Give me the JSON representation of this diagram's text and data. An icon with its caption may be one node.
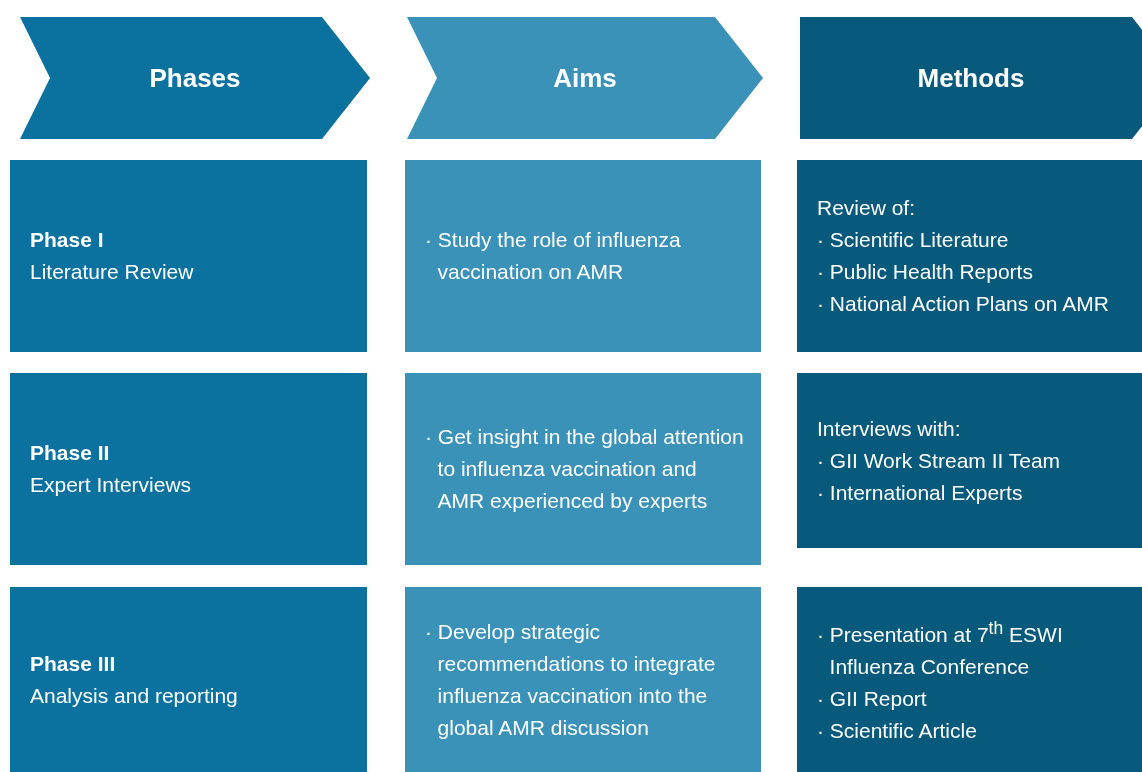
{
  "diagram": {
    "nodes": [
      {
        "text": [
          "Phases"
        ]
      },
      {
        "text": [
          "Aims"
        ]
      },
      {
        "text": [
          "Methods"
        ]
      },
      {
        "text": [
          "Phase I",
          "Literature Review"
        ]
      },
      {
        "text": [
          "· Study the role of influenza vaccination on AMR"
        ]
      },
      {
        "text": [
          "Review of:",
          "· Scientific Literature",
          "· Public Health Reports",
          "· National Action Plans on AMR"
        ]
      },
      {
        "text": [
          "Phase II",
          "Expert Interviews"
        ]
      },
      {
        "text": [
          "· Get insight in the global attention to influenza vaccination and AMR experienced by experts"
        ]
      },
      {
        "text": [
          "Interviews with:",
          "· GII Work Stream II Team",
          "· International Experts"
        ]
      },
      {
        "text": [
          "Phase III",
          "Analysis and reporting"
        ]
      },
      {
        "text": [
          "· Develop strategic recommendations to integrate influenza vaccination into the global AMR discussion"
        ]
      },
      {
        "text": [
          "· Presentation at 7$^{th}$ ESWI Influenza Conference",
          "· GII Report",
          "· Scientific Article"
        ]
      }
    ]
  }
}
